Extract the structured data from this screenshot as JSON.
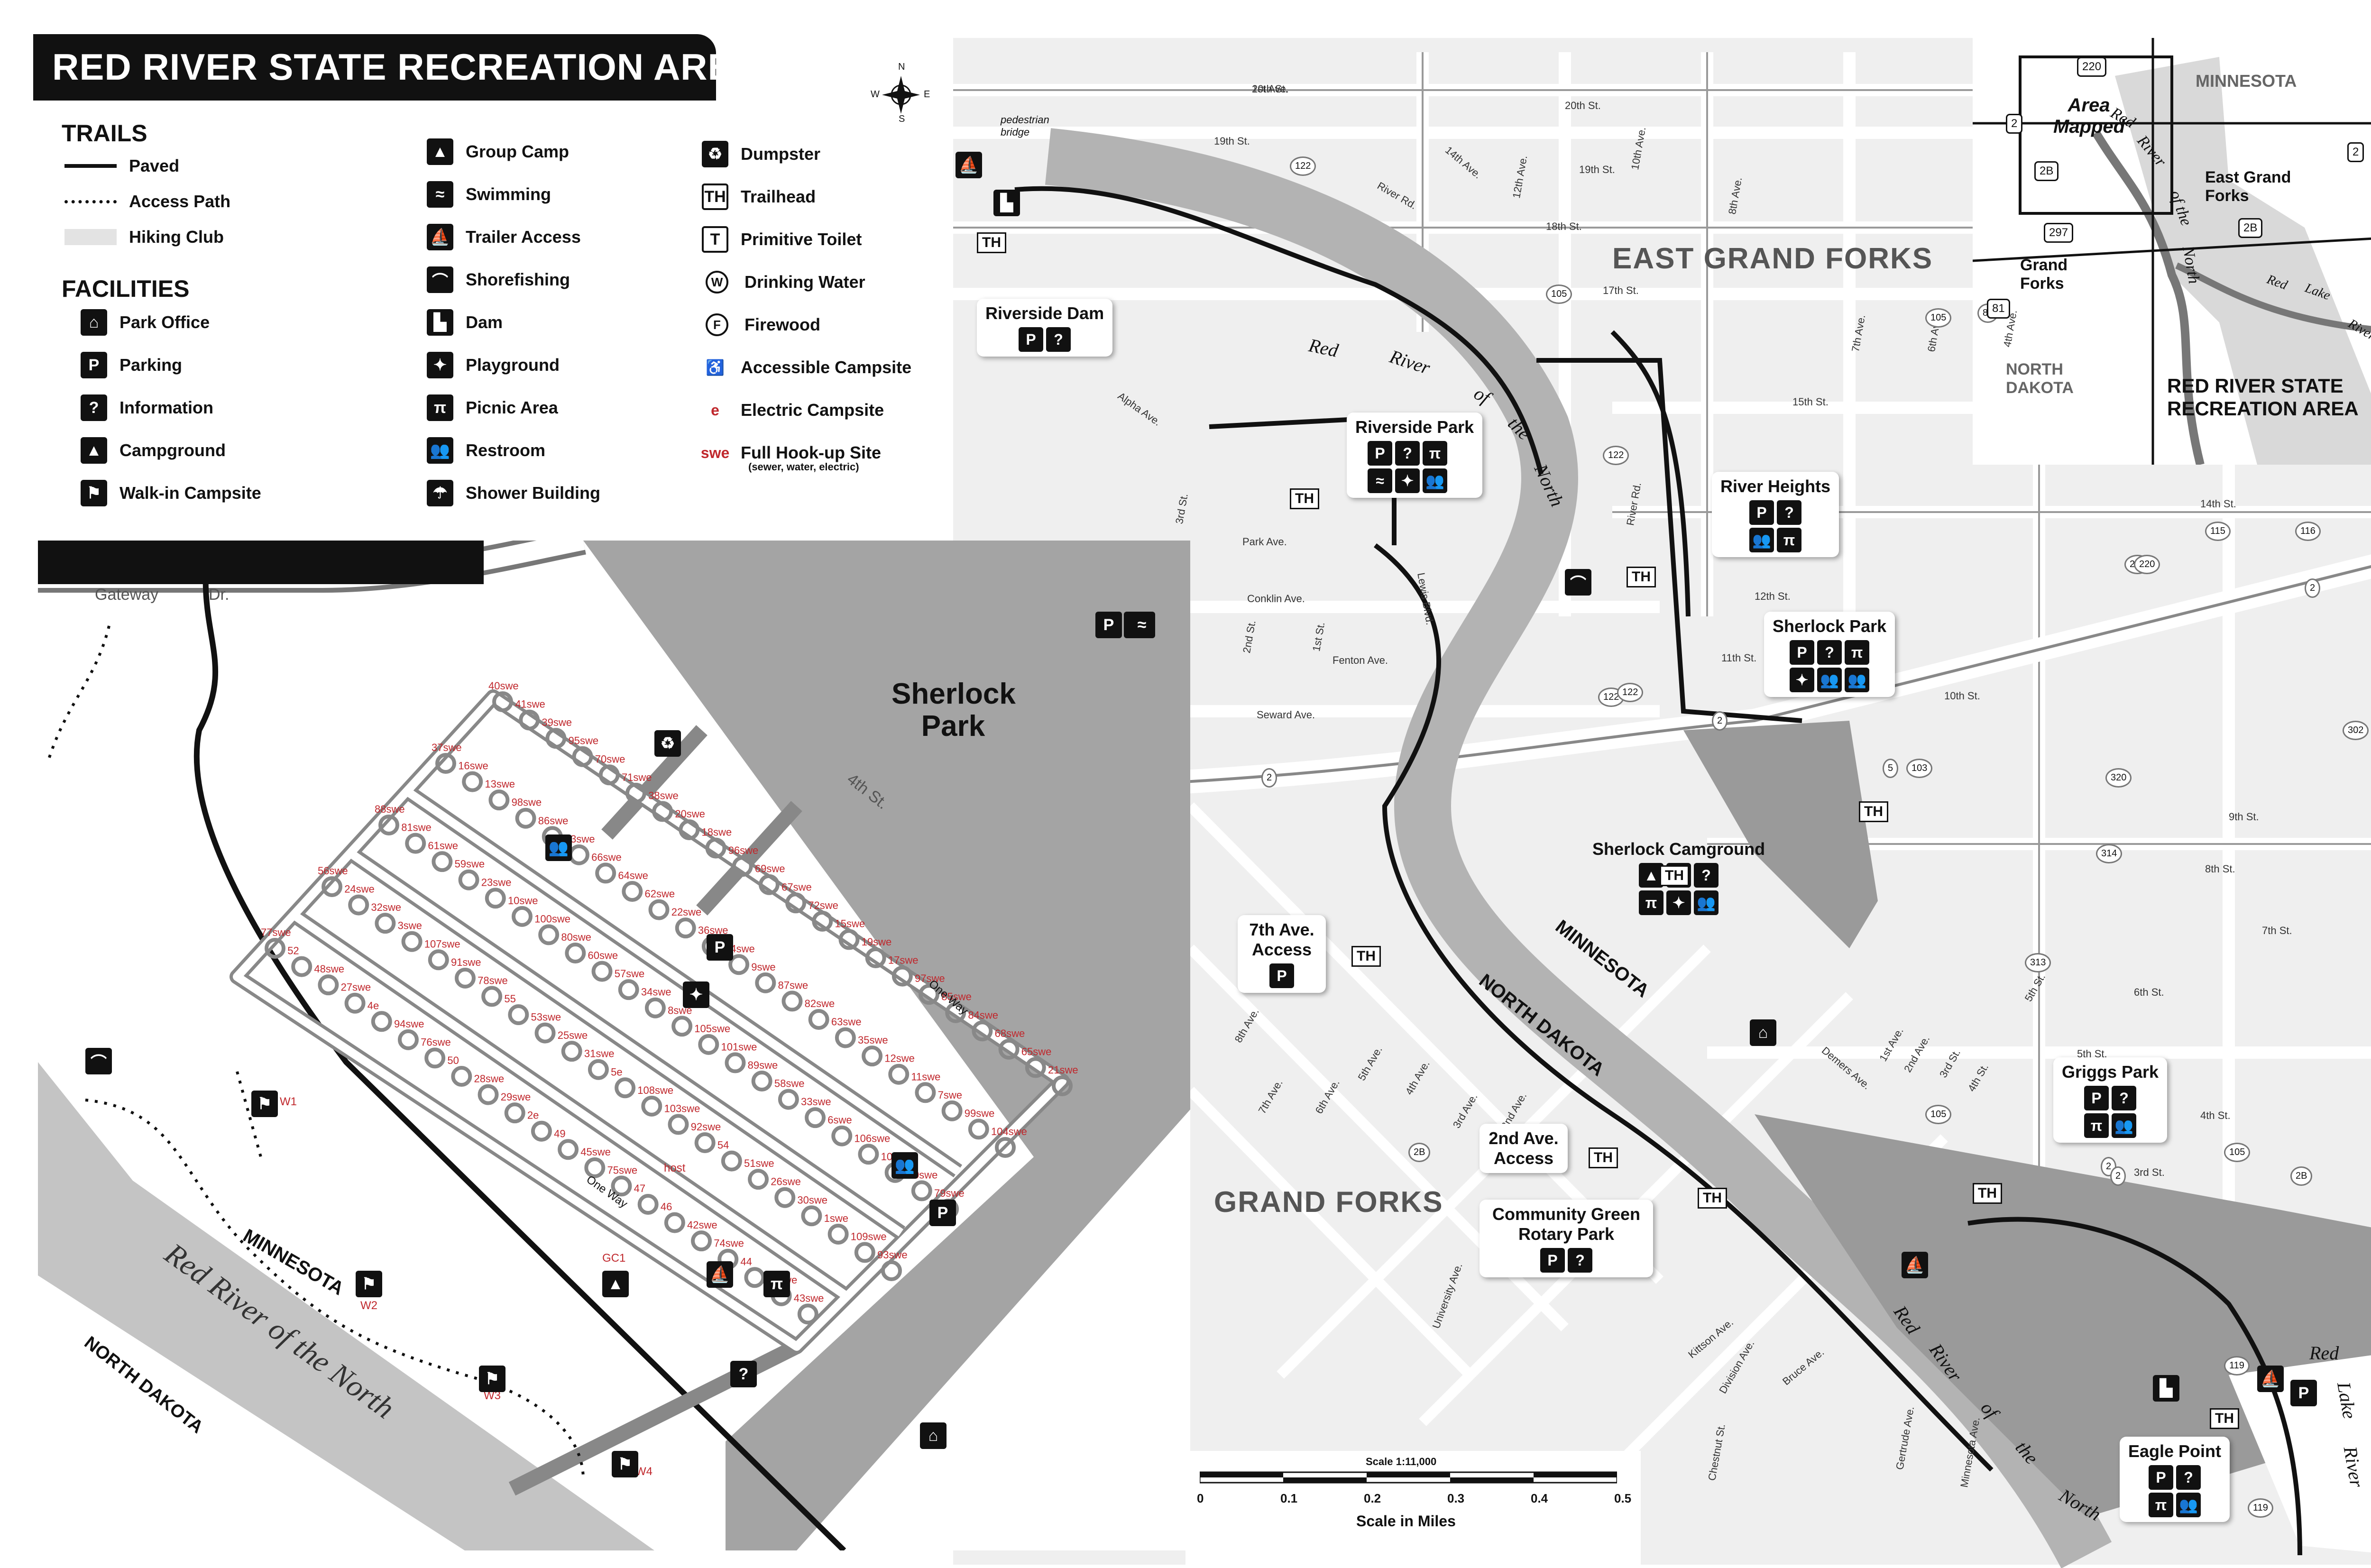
{
  "title": "RED RIVER STATE RECREATION AREA",
  "legend": {
    "trails_heading": "TRAILS",
    "trails": [
      {
        "label": "Paved",
        "style": "solid"
      },
      {
        "label": "Access Path",
        "style": "dashed"
      },
      {
        "label": "Hiking Club",
        "style": "band"
      }
    ],
    "facilities_heading": "FACILITIES",
    "col1": [
      {
        "icon": "park-office-icon",
        "label": "Park Office",
        "glyph": "⌂"
      },
      {
        "icon": "parking-icon",
        "label": "Parking",
        "glyph": "P"
      },
      {
        "icon": "information-icon",
        "label": "Information",
        "glyph": "?"
      },
      {
        "icon": "campground-icon",
        "label": "Campground",
        "glyph": "▲"
      },
      {
        "icon": "walk-in-campsite-icon",
        "label": "Walk-in Campsite",
        "glyph": "⚑"
      }
    ],
    "col2": [
      {
        "icon": "group-camp-icon",
        "label": "Group Camp",
        "glyph": "▲"
      },
      {
        "icon": "swimming-icon",
        "label": "Swimming",
        "glyph": "≈"
      },
      {
        "icon": "trailer-access-icon",
        "label": "Trailer Access",
        "glyph": "⛵"
      },
      {
        "icon": "shorefishing-icon",
        "label": "Shorefishing",
        "glyph": "⌒"
      },
      {
        "icon": "dam-icon",
        "label": "Dam",
        "glyph": "▙"
      },
      {
        "icon": "playground-icon",
        "label": "Playground",
        "glyph": "✦"
      },
      {
        "icon": "picnic-area-icon",
        "label": "Picnic Area",
        "glyph": "π"
      },
      {
        "icon": "restroom-icon",
        "label": "Restroom",
        "glyph": "👥"
      },
      {
        "icon": "shower-building-icon",
        "label": "Shower Building",
        "glyph": "☂"
      }
    ],
    "col3": [
      {
        "icon": "dumpster-icon",
        "label": "Dumpster",
        "glyph": "♻",
        "kind": "solid"
      },
      {
        "icon": "trailhead-icon",
        "label": "Trailhead",
        "glyph": "TH",
        "kind": "outline"
      },
      {
        "icon": "primitive-toilet-icon",
        "label": "Primitive Toilet",
        "glyph": "T",
        "kind": "outline"
      },
      {
        "icon": "drinking-water-icon",
        "label": "Drinking Water",
        "glyph": "W",
        "kind": "circle"
      },
      {
        "icon": "firewood-icon",
        "label": "Firewood",
        "glyph": "F",
        "kind": "circle"
      },
      {
        "icon": "accessible-campsite-icon",
        "label": "Accessible Campsite",
        "glyph": "♿",
        "kind": "red"
      },
      {
        "icon": "electric-campsite-icon",
        "label": "Electric Campsite",
        "glyph": "e",
        "kind": "red"
      },
      {
        "icon": "full-hookup-site-icon",
        "label": "Full Hook-up Site",
        "glyph": "swe",
        "kind": "red"
      }
    ],
    "full_hookup_sub": "(sewer, water, electric)"
  },
  "compass": {
    "n": "N",
    "s": "S",
    "e": "E",
    "w": "W"
  },
  "inset_campground": {
    "gateway_dr": "Gateway",
    "dr": "Dr.",
    "fourth_st": "4th St.",
    "sherlock_park": "Sherlock Park",
    "minnesota": "MINNESOTA",
    "north_dakota": "NORTH DAKOTA",
    "river": "Red River of the North",
    "walkins": [
      "W1",
      "W2",
      "W3",
      "W4"
    ],
    "group_camp": "GC1",
    "one_way": "One Way",
    "host": "host",
    "sites": [
      "40swe",
      "41swe",
      "39swe",
      "95swe",
      "70swe",
      "71swe",
      "38swe",
      "20swe",
      "18swe",
      "96swe",
      "69swe",
      "67swe",
      "72swe",
      "15swe",
      "19swe",
      "17swe",
      "97swe",
      "85swe",
      "84swe",
      "68swe",
      "65swe",
      "21swe",
      "37swe",
      "16swe",
      "13swe",
      "98swe",
      "86swe",
      "83swe",
      "66swe",
      "64swe",
      "62swe",
      "22swe",
      "36swe",
      "14swe",
      "9swe",
      "87swe",
      "82swe",
      "63swe",
      "35swe",
      "12swe",
      "11swe",
      "7swe",
      "99swe",
      "104swe",
      "88swe",
      "81swe",
      "61swe",
      "59swe",
      "23swe",
      "10swe",
      "100swe",
      "80swe",
      "60swe",
      "57swe",
      "34swe",
      "8swe",
      "105swe",
      "101swe",
      "89swe",
      "58swe",
      "33swe",
      "6swe",
      "106swe",
      "102swe",
      "90swe",
      "79swe",
      "56swe",
      "24swe",
      "32swe",
      "3swe",
      "107swe",
      "91swe",
      "78swe",
      "55",
      "53swe",
      "25swe",
      "31swe",
      "5e",
      "108swe",
      "103swe",
      "92swe",
      "54",
      "51swe",
      "26swe",
      "30swe",
      "1swe",
      "109swe",
      "93swe",
      "77swe",
      "52",
      "48swe",
      "27swe",
      "4e",
      "94swe",
      "76swe",
      "50",
      "28swe",
      "29swe",
      "2e",
      "49",
      "45swe",
      "75swe",
      "47",
      "46",
      "42swe",
      "74swe",
      "44",
      "73swe",
      "43swe"
    ]
  },
  "main_map": {
    "streets": [
      "20th St.",
      "20th St.",
      "19th St.",
      "19th St.",
      "18th St.",
      "17th St.",
      "14th Ave.",
      "12th Ave.",
      "10th Ave.",
      "8th Ave.",
      "7th Ave.",
      "6th Ave.",
      "4th Ave.",
      "River Rd.",
      "River Rd.",
      "15th St.",
      "14th St.",
      "12th St.",
      "11th St.",
      "10th St.",
      "9th St.",
      "8th St.",
      "7th St.",
      "6th St.",
      "5th St.",
      "4th St.",
      "3rd St.",
      "Alpha Ave.",
      "Park Ave.",
      "Conklin Ave.",
      "Fenton Ave.",
      "Seward Ave.",
      "Lewis Blvd.",
      "3rd St.",
      "2nd St.",
      "1st St.",
      "Demers Ave.",
      "Division Ave.",
      "Kittson Ave.",
      "Bruce Ave.",
      "Gertrude Ave.",
      "Minnesota Ave.",
      "Chestnut St.",
      "University Ave.",
      "5th St.",
      "4th St.",
      "3rd St.",
      "2nd Ave.",
      "1st Ave.",
      "8th Ave.",
      "7th Ave.",
      "6th Ave.",
      "5th Ave.",
      "4th Ave.",
      "3rd Ave.",
      "2nd Ave.",
      "1st Ave."
    ],
    "highway_shields": [
      "122",
      "105",
      "105",
      "122",
      "122",
      "122",
      "116",
      "115",
      "105",
      "105",
      "2",
      "2",
      "2",
      "81",
      "2B",
      "2B",
      "2",
      "2",
      "220",
      "220",
      "103",
      "302",
      "320",
      "314",
      "313",
      "5",
      "119",
      "119"
    ],
    "east_grand_forks": "EAST GRAND FORKS",
    "grand_forks": "GRAND FORKS",
    "minnesota": "MINNESOTA",
    "north_dakota": "NORTH DAKOTA",
    "river_words": [
      "Red",
      "River",
      "of",
      "the",
      "North"
    ],
    "river_words_south": [
      "Red",
      "River",
      "of",
      "the",
      "North"
    ],
    "red_lake_river": [
      "Red",
      "Lake",
      "River"
    ],
    "pedestrian_bridge": "pedestrian bridge",
    "pois": [
      {
        "name": "Riverside Dam",
        "icons": [
          "P",
          "?"
        ]
      },
      {
        "name": "Riverside Park",
        "icons": [
          "P",
          "?",
          "π",
          "≈",
          "✦",
          "👥"
        ]
      },
      {
        "name": "River Heights",
        "icons": [
          "P",
          "?",
          "👥",
          "π"
        ]
      },
      {
        "name": "Sherlock Park",
        "icons": [
          "P",
          "?",
          "π",
          "✦",
          "👥",
          "👥"
        ]
      },
      {
        "name": "Sherlock Camground",
        "icons": [
          "▲",
          "P",
          "?",
          "π",
          "✦",
          "👥"
        ]
      },
      {
        "name": "7th Ave. Access",
        "icons": [
          "P"
        ]
      },
      {
        "name": "2nd Ave. Access",
        "icons": []
      },
      {
        "name": "Community Green Rotary Park",
        "icons": [
          "P",
          "?"
        ]
      },
      {
        "name": "Griggs Park",
        "icons": [
          "P",
          "?",
          "π",
          "👥"
        ]
      },
      {
        "name": "Eagle Point",
        "icons": [
          "P",
          "?",
          "π",
          "👥"
        ]
      }
    ],
    "th": "TH"
  },
  "locator": {
    "minnesota": "MINNESOTA",
    "area_mapped": "Area Mapped",
    "east_grand_forks": "East Grand Forks",
    "grand_forks": "Grand Forks",
    "north_dakota": "NORTH DAKOTA",
    "rrsra": "RED RIVER STATE RECREATION AREA",
    "river": [
      "Red",
      "River",
      "of the",
      "North"
    ],
    "red_lake_river": [
      "Red",
      "Lake",
      "River"
    ],
    "shields": [
      "220",
      "2",
      "2",
      "2B",
      "297",
      "2B",
      "81"
    ]
  },
  "scale": {
    "title": "Scale 1:11,000",
    "ticks": [
      "0",
      "0.1",
      "0.2",
      "0.3",
      "0.4",
      "0.5"
    ],
    "caption": "Scale in Miles"
  },
  "colors": {
    "ink": "#111111",
    "road": "#ffffff",
    "land": "#f2f2f2",
    "river": "#b3b3b3",
    "park": "#9a9a9a",
    "site_red": "#c0282d"
  }
}
